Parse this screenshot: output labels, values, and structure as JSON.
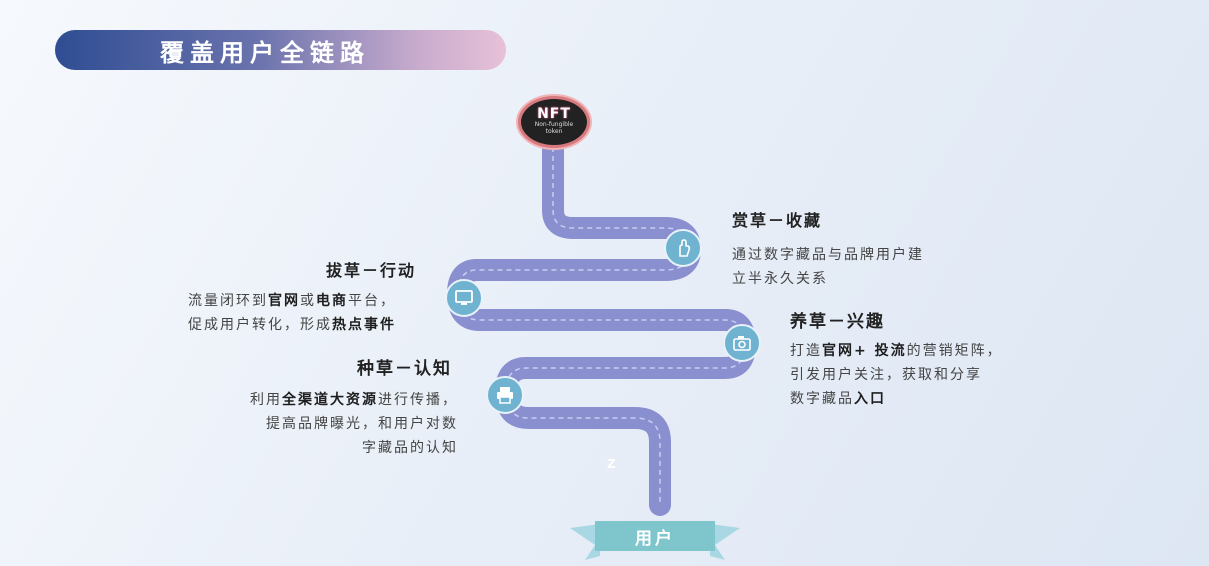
{
  "title": "覆盖用户全链路",
  "badge": {
    "main": "NFT",
    "sub1": "Non-fungible",
    "sub2": "token"
  },
  "stages": {
    "shangcao": {
      "heading": "赏草－收藏",
      "line1": "通过数字藏品与品牌用户建",
      "line2": "立半永久关系"
    },
    "bacao": {
      "heading": "拔草－行动",
      "l1a": "流量闭环到",
      "l1b": "官网",
      "l1c": "或",
      "l1d": "电商",
      "l1e": "平台，",
      "l2a": "促成用户转化，形成",
      "l2b": "热点事件"
    },
    "yangcao": {
      "heading": "养草－兴趣",
      "l1a": "打造",
      "l1b": "官网+ 投流",
      "l1c": "的营销矩阵，",
      "l2": "引发用户关注，获取和分享",
      "l3a": "数字藏品",
      "l3b": "入口"
    },
    "zhongcao": {
      "heading": "种草－认知",
      "l1a": "利用",
      "l1b": "全渠道大资源",
      "l1c": "进行传播，",
      "l2": "提高品牌曝光，和用户对数",
      "l3": "字藏品的认知"
    }
  },
  "z_mark": "Z",
  "user_label": "用户",
  "colors": {
    "road": "#8a8fd0",
    "node": "#6fb3d1",
    "ribbon": "#7fc6cc",
    "ribbon_tail": "#a9d8e4"
  },
  "icons": [
    "hand-icon",
    "monitor-icon",
    "camera-icon",
    "printer-icon"
  ]
}
